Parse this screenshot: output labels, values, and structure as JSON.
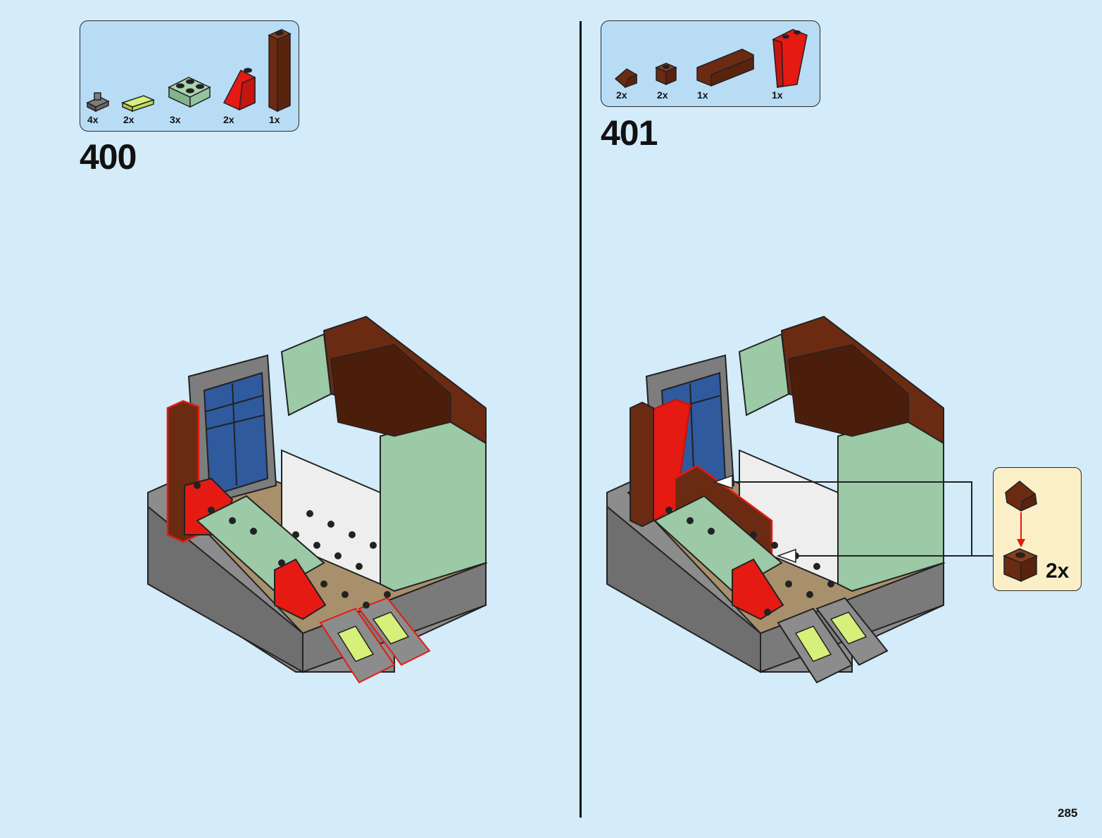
{
  "steps": [
    {
      "number": "400",
      "parts": [
        {
          "qty": "4x",
          "icon": "dark-grey-clip-plate-icon",
          "color": "#6b6b6b"
        },
        {
          "qty": "2x",
          "icon": "trans-green-tile-icon",
          "color": "#d6f07a"
        },
        {
          "qty": "3x",
          "icon": "sand-green-plate-2x2-icon",
          "color": "#9cc9a6"
        },
        {
          "qty": "2x",
          "icon": "red-slope-icon",
          "color": "#e51a12"
        },
        {
          "qty": "1x",
          "icon": "reddish-brown-tall-brick-icon",
          "color": "#6b2b12"
        }
      ]
    },
    {
      "number": "401",
      "parts": [
        {
          "qty": "2x",
          "icon": "reddish-brown-slope-icon",
          "color": "#6b2b12"
        },
        {
          "qty": "2x",
          "icon": "reddish-brown-brick-1x1-icon",
          "color": "#6b2b12"
        },
        {
          "qty": "1x",
          "icon": "reddish-brown-bench-icon",
          "color": "#6b2b12"
        },
        {
          "qty": "1x",
          "icon": "red-panel-slope-icon",
          "color": "#e51a12"
        }
      ],
      "subassembly": {
        "qty": "2x"
      }
    }
  ],
  "page_number": "285",
  "colors": {
    "background": "#d4ebf9",
    "parts_box": "#b9dcf5",
    "subassembly_box": "#fbefc8",
    "reddish_brown": "#6b2b12",
    "red": "#e51a12",
    "sand_green": "#9cc9a6",
    "dark_grey": "#6b6b6b",
    "dark_tan": "#a8906c"
  }
}
